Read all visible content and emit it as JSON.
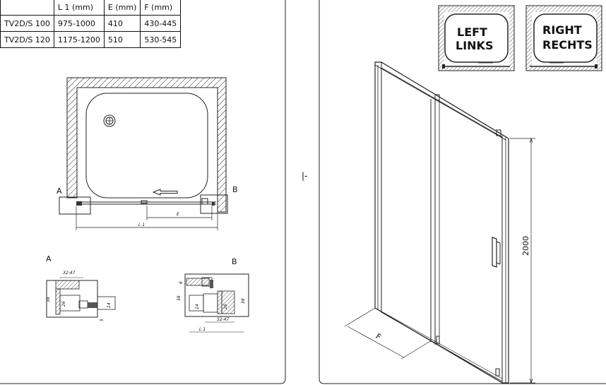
{
  "dimension_table": {
    "headers": [
      "",
      "L 1  (mm)",
      "E (mm)",
      "F  (mm)"
    ],
    "rows": [
      [
        "TV2D/S 100",
        "975-1000",
        "410",
        "430-445"
      ],
      [
        "TV2D/S 120",
        "1175-1200",
        "510",
        "530-545"
      ]
    ]
  },
  "plan_view": {
    "label_a": "A",
    "label_b": "B",
    "dim_e": "E",
    "dim_l1": "L 1"
  },
  "detail_a": {
    "title": "A",
    "dim_top": "32-47",
    "dim_left": "38",
    "dim_inner": "26",
    "dim_right": "14",
    "dim_bottom": "5"
  },
  "detail_b": {
    "title": "B",
    "dim_top_left": "6",
    "dim_left": "38",
    "dim_inner_a": "14",
    "dim_inner_b": "26",
    "dim_right": "38",
    "dim_bottom": "32-47",
    "dim_l1": "L 1"
  },
  "center_mark": "|-",
  "orientation": {
    "left_line1": "LEFT",
    "left_line2": "LINKS",
    "right_line1": "RIGHT",
    "right_line2": "RECHTS"
  },
  "perspective": {
    "height_label": "2000",
    "depth_label": "F"
  }
}
